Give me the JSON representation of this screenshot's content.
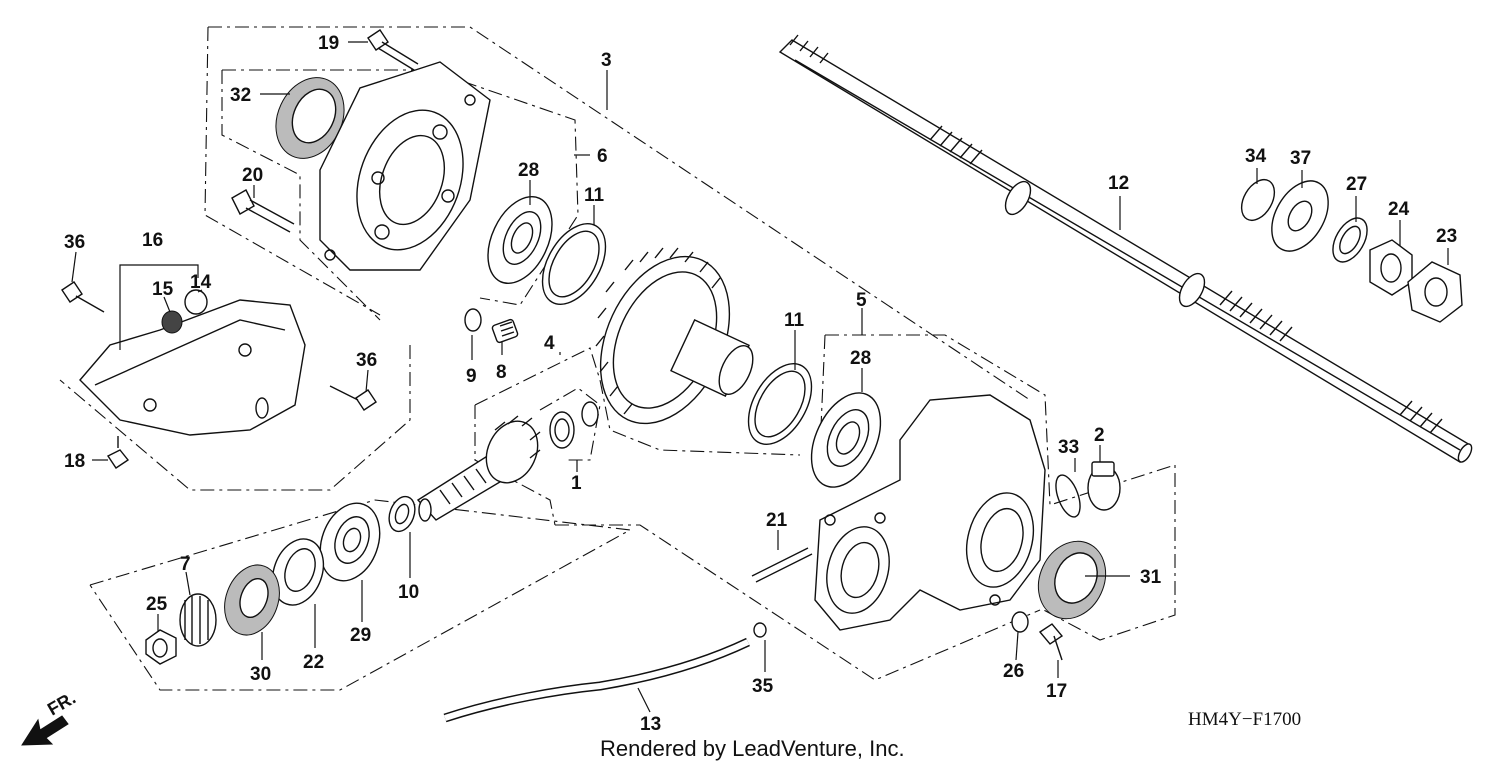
{
  "diagram": {
    "drawing_code": "HM4Y−F1700",
    "credit": "Rendered by LeadVenture, Inc.",
    "front_arrow_label": "FR.",
    "callouts": {
      "p1": "1",
      "p2": "2",
      "p3": "3",
      "p4": "4",
      "p5": "5",
      "p6": "6",
      "p7": "7",
      "p8": "8",
      "p9": "9",
      "p10": "10",
      "p11a": "11",
      "p11b": "11",
      "p12": "12",
      "p13": "13",
      "p14": "14",
      "p15": "15",
      "p16": "16",
      "p17": "17",
      "p18": "18",
      "p19": "19",
      "p20": "20",
      "p21": "21",
      "p22": "22",
      "p23": "23",
      "p24": "24",
      "p25": "25",
      "p26": "26",
      "p27": "27",
      "p28a": "28",
      "p28b": "28",
      "p29": "29",
      "p30": "30",
      "p31": "31",
      "p32": "32",
      "p33": "33",
      "p34": "34",
      "p35": "35",
      "p36a": "36",
      "p36b": "36",
      "p37": "37"
    }
  }
}
